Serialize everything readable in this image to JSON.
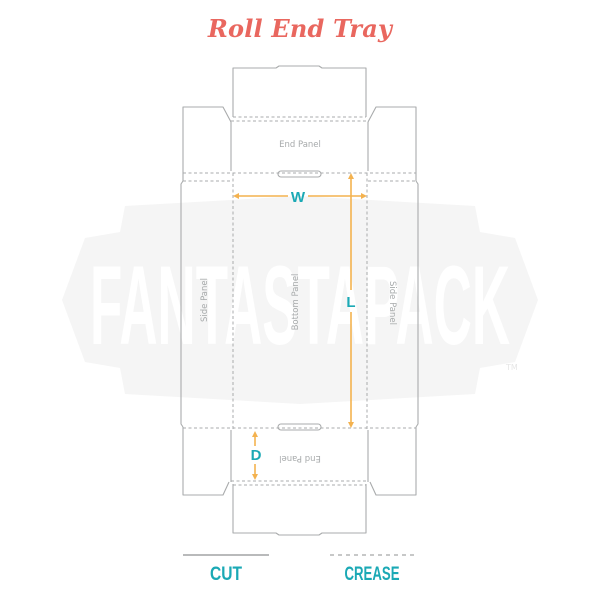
{
  "title": "Roll End Tray",
  "watermark": {
    "text": "FANTASTAPACK",
    "trademark": "TM"
  },
  "panels": {
    "end_panel_top": "End Panel",
    "end_panel_bottom": "End Panel",
    "side_panel_left": "Side Panel",
    "side_panel_right": "Side Panel",
    "bottom_panel": "Bottom Panel"
  },
  "dimensions": {
    "width": "W",
    "length": "L",
    "depth": "D"
  },
  "legend": {
    "cut": "CUT",
    "crease": "CREASE"
  },
  "colors": {
    "title": "#e9675f",
    "dimension_arrow": "#f4b24f",
    "dimension_label": "#1ba9b5",
    "cut_line": "#a9abac",
    "crease_line": "#a9abac",
    "watermark_fill": "#f5f5f5"
  }
}
